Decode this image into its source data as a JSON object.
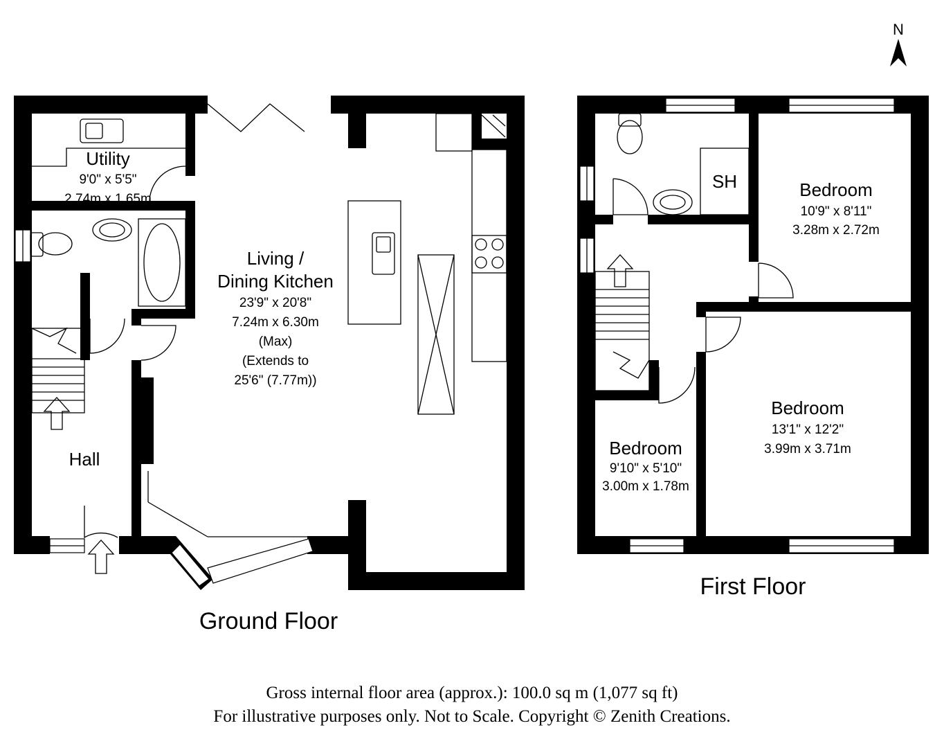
{
  "compass": {
    "label": "N"
  },
  "ground_floor": {
    "title": "Ground Floor",
    "rooms": {
      "utility": {
        "name": "Utility",
        "imperial": "9'0\" x 5'5\"",
        "metric": "2.74m x 1.65m"
      },
      "living": {
        "name_line1": "Living /",
        "name_line2": "Dining Kitchen",
        "imperial": "23'9\" x 20'8\"",
        "metric": "7.24m x 6.30m",
        "note1": "(Max)",
        "note2": "(Extends to",
        "note3": "25'6\" (7.77m))"
      },
      "hall": {
        "name": "Hall"
      }
    }
  },
  "first_floor": {
    "title": "First Floor",
    "rooms": {
      "shower": {
        "name": "SH"
      },
      "bedroom_ne": {
        "name": "Bedroom",
        "imperial": "10'9\" x 8'11\"",
        "metric": "3.28m x 2.72m"
      },
      "bedroom_se": {
        "name": "Bedroom",
        "imperial": "13'1\" x 12'2\"",
        "metric": "3.99m x 3.71m"
      },
      "bedroom_sw": {
        "name": "Bedroom",
        "imperial": "9'10\" x 5'10\"",
        "metric": "3.00m x 1.78m"
      }
    }
  },
  "footer": {
    "area": "Gross internal floor area (approx.): 100.0 sq m (1,077 sq ft)",
    "disclaimer": "For illustrative purposes only. Not to Scale. Copyright © Zenith Creations."
  }
}
